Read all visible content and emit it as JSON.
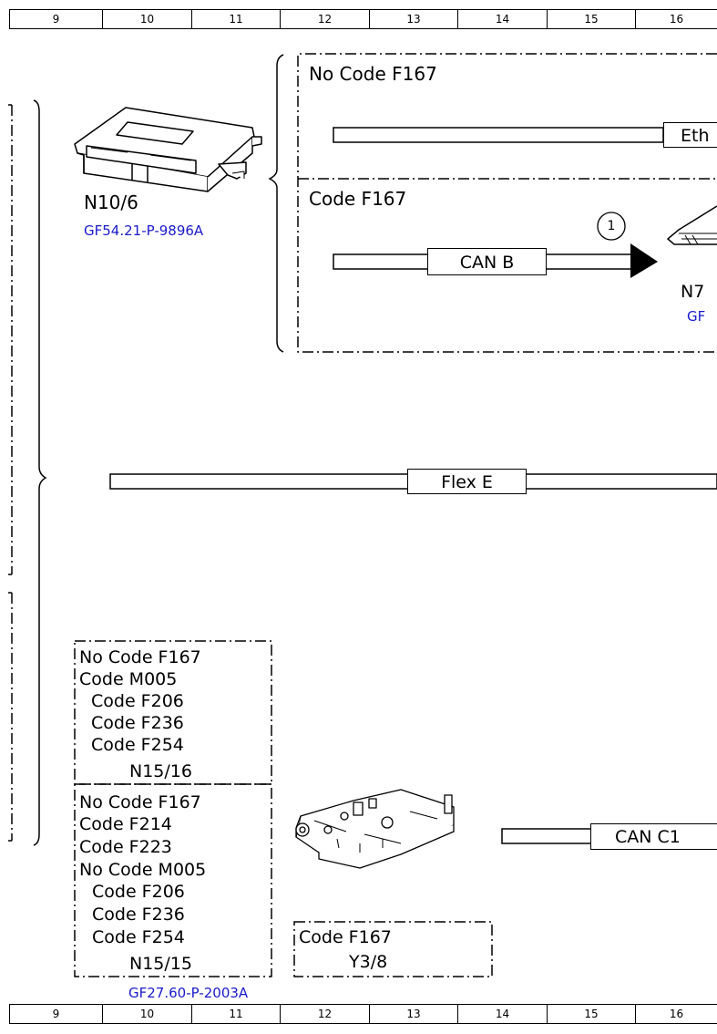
{
  "ruler": {
    "columns": [
      "9",
      "10",
      "11",
      "12",
      "13",
      "14",
      "15",
      "16"
    ]
  },
  "group_top": {
    "no_code_label": "No Code F167",
    "code_label": "Code F167",
    "ethernet_label_partial": "Eth",
    "can_b_label": "CAN B",
    "marker_number": "1",
    "target_component_partial": "N7",
    "target_link_partial": "GF"
  },
  "component_n10_6": {
    "designation": "N10/6",
    "link": "GF54.21-P-9896A"
  },
  "flex_e": {
    "label": "Flex E"
  },
  "box_n15_16": {
    "lines": [
      "No Code F167",
      "Code M005",
      "Code F206",
      "Code F236",
      "Code F254"
    ],
    "designation": "N15/16"
  },
  "box_n15_15": {
    "lines": [
      "No Code F167",
      "Code F214",
      "Code F223",
      "No Code M005",
      "Code F206",
      "Code F236",
      "Code F254"
    ],
    "designation": "N15/15",
    "link": "GF27.60-P-2003A"
  },
  "box_y3_8": {
    "condition": "Code F167",
    "designation": "Y3/8"
  },
  "can_c1": {
    "label": "CAN C1"
  },
  "icons": {
    "control_unit": "control-unit-icon",
    "valve_body": "valve-body-icon",
    "arrow": "bus-arrow-icon"
  }
}
